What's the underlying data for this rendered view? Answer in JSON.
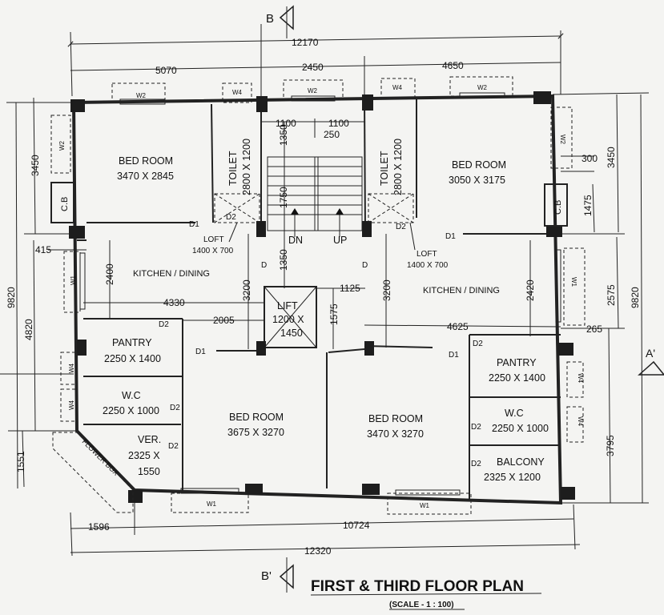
{
  "title": "FIRST & THIRD FLOOR PLAN",
  "scale": "(SCALE - 1 : 100)",
  "sections": {
    "top": "B",
    "bottom": "B'",
    "right": "A'"
  },
  "rooms": {
    "bed_tl_name": "BED ROOM",
    "bed_tl_size": "3470 X 2845",
    "bed_tr_name": "BED ROOM",
    "bed_tr_size": "3050 X 3175",
    "bed_bl_name": "BED ROOM",
    "bed_bl_size": "3675 X 3270",
    "bed_br_name": "BED ROOM",
    "bed_br_size": "3470 X 3270",
    "toilet_l_name": "TOILET",
    "toilet_l_size": "2800 X 1200",
    "toilet_r_name": "TOILET",
    "toilet_r_size": "2800 X 1200",
    "kitchen_l": "KITCHEN / DINING",
    "kitchen_r": "KITCHEN / DINING",
    "pantry_l_name": "PANTRY",
    "pantry_l_size": "2250 X 1400",
    "pantry_r_name": "PANTRY",
    "pantry_r_size": "2250 X 1400",
    "wc_l_name": "W.C",
    "wc_l_size": "2250 X 1000",
    "wc_r_name": "W.C",
    "wc_r_size": "2250 X 1000",
    "ver_name": "VER.",
    "ver_size_1": "2325 X",
    "ver_size_2": "1550",
    "balcony_name": "BALCONY",
    "balcony_size": "2325 X 1200",
    "lift_1": "LIFT",
    "lift_2": "1200 X",
    "lift_3": "1450",
    "flower_box": "FLOWER BOX",
    "cb_l": "C.B",
    "cb_r": "C.B",
    "loft_l_1": "LOFT",
    "loft_l_2": "1400 X 700",
    "loft_r_1": "LOFT",
    "loft_r_2": "1400 X 700",
    "dn": "DN",
    "up": "UP"
  },
  "doors": {
    "d1": "D1",
    "d2": "D2",
    "d": "D"
  },
  "windows": {
    "w1": "W1",
    "w2": "W2",
    "w4": "W4"
  },
  "dimensions": {
    "overall_top": "12170",
    "top_left": "5070",
    "top_mid": "2450",
    "top_right": "4650",
    "stair_1100_l": "1100",
    "stair_1100_r": "1100",
    "stair_250": "250",
    "stair_1350_top": "1350",
    "stair_1750": "1750",
    "stair_1350_mid": "1350",
    "lift_1125": "1125",
    "lift_1575": "1575",
    "h_3200_l": "3200",
    "h_3200_r": "3200",
    "h_2400": "2400",
    "h_2420": "2420",
    "w_4330": "4330",
    "w_2005": "2005",
    "w_4625": "4625",
    "right_300": "300",
    "right_1475": "1475",
    "right_2575": "2575",
    "right_265": "265",
    "right_3795": "3795",
    "right_3450": "3450",
    "right_9820": "9820",
    "left_3450": "3450",
    "left_9820": "9820",
    "left_4820": "4820",
    "left_1551": "1551",
    "left_415": "415",
    "bottom_1596": "1596",
    "bottom_10724": "10724",
    "bottom_overall": "12320"
  }
}
